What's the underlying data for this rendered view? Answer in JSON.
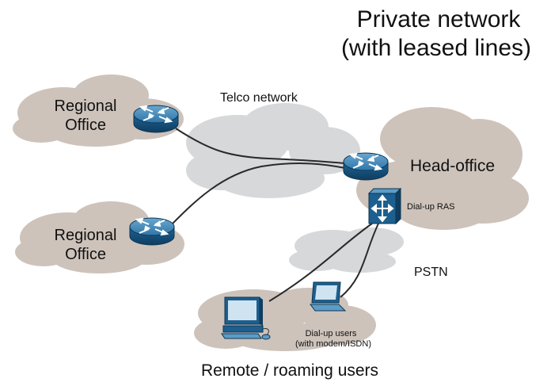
{
  "title_line1": "Private network",
  "title_line2": "(with leased lines)",
  "labels": {
    "telco": "Telco network",
    "regional_top_l1": "Regional",
    "regional_top_l2": "Office",
    "regional_bottom_l1": "Regional",
    "regional_bottom_l2": "Office",
    "head_office": "Head-office",
    "dialup_ras": "Dial-up RAS",
    "pstn": "PSTN",
    "dialup_users_l1": "Dial-up users",
    "dialup_users_l2": "(with modem/ISDN)",
    "remote_users": "Remote / roaming users"
  },
  "colors": {
    "cloud_brown": "#cdc3bb",
    "cloud_grey": "#d6d8da",
    "device_blue": "#1d5f8e",
    "device_light": "#5c9cc8",
    "link": "#2a2a2a"
  },
  "icons": [
    "router-icon",
    "ras-switch-icon",
    "desktop-computer-icon",
    "laptop-icon"
  ]
}
